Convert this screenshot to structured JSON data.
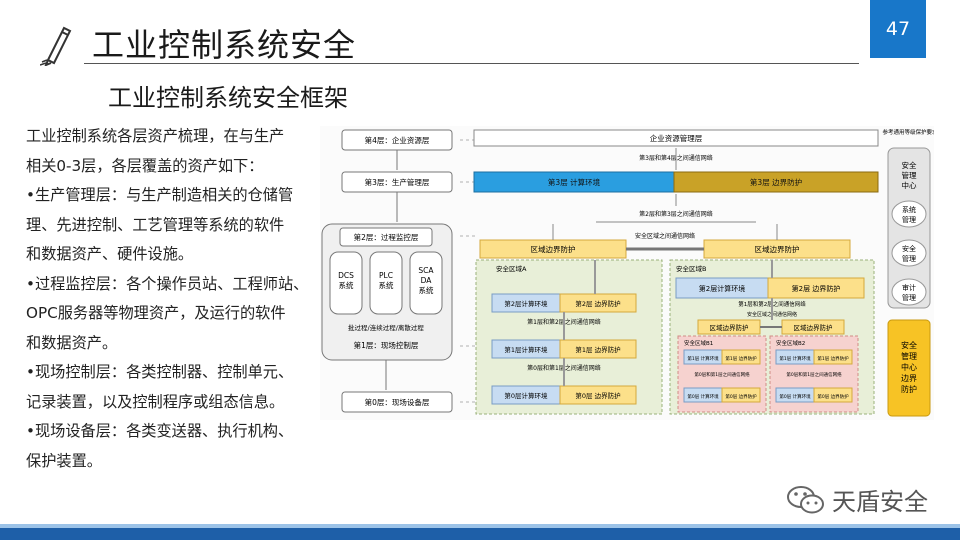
{
  "header": {
    "title": "工业控制系统安全",
    "page_number": "47",
    "subtitle": "工业控制系统安全框架"
  },
  "body": {
    "lines": [
      "工业控制系统各层资产梳理，在与生产",
      "相关0-3层，各层覆盖的资产如下：",
      "•生产管理层：与生产制造相关的仓储管",
      "理、先进控制、工艺管理等系统的软件",
      "和数据资产、硬件设施。",
      "•过程监控层：各个操作员站、工程师站、",
      "OPC服务器等物理资产，及运行的软件",
      "和数据资产。",
      "•现场控制层：各类控制器、控制单元、",
      "记录装置，以及控制程序或组态信息。",
      "•现场设备层：各类变送器、执行机构、",
      "保护装置。"
    ]
  },
  "diagram": {
    "left_layers": {
      "layer4": "第4层：企业资源层",
      "layer3": "第3层：生产管理层",
      "layer2": "第2层：过程监控层",
      "dcs": "DCS系统",
      "plc": "PLC系统",
      "scada": "SCADA系统",
      "process": "批过程/连续过程/离散过程",
      "layer1": "第1层：现场控制层",
      "layer0": "第0层：现场设备层"
    },
    "right": {
      "enterprise": "企业资源管理层",
      "net_3_4": "第3层和第4层之间通信网络",
      "l3_compute": "第3层 计算环境",
      "l3_boundary": "第3层 边界防护",
      "net_2_3": "第2层和第3层之间通信网络",
      "domain_boundary": "区域边界防护",
      "zone_net": "安全区域之间通信网络",
      "zone_a": "安全区域A",
      "zone_b": "安全区域B",
      "l2_compute": "第2层计算环境",
      "l2_boundary": "第2层 边界防护",
      "net_1_2": "第1层和第2层之间通信网络",
      "l1_compute": "第1层计算环境",
      "l1_boundary": "第1层 边界防护",
      "net_0_1": "第0层和第1层之间通信网络",
      "l0_compute": "第0层计算环境",
      "l0_boundary": "第0层 边界防护",
      "zone_b1": "安全区域B1",
      "zone_b2": "安全区域B2",
      "sub_l1_compute": "第1层 计算环境",
      "sub_l1_boundary": "第1层 边界防护",
      "sub_net": "第0层和第1层之间通信网络",
      "sub_l0_compute": "第0层 计算环境",
      "sub_l0_boundary": "第0层 边界防护"
    },
    "side": {
      "ref_title": "参考通用等级保护要求",
      "center": "安全管理中心",
      "system": "系统管理",
      "security": "安全管理",
      "audit": "审计管理",
      "boundary": "安全管理中心边界防护"
    },
    "colors": {
      "blue": "#2a9ee0",
      "gold": "#c9a227",
      "yellow": "#fce08a",
      "lightblue": "#c7dcf2",
      "green_zone": "#e8efd8",
      "pink_zone": "#f6d2cf"
    }
  },
  "footer": {
    "brand": "天盾安全"
  }
}
